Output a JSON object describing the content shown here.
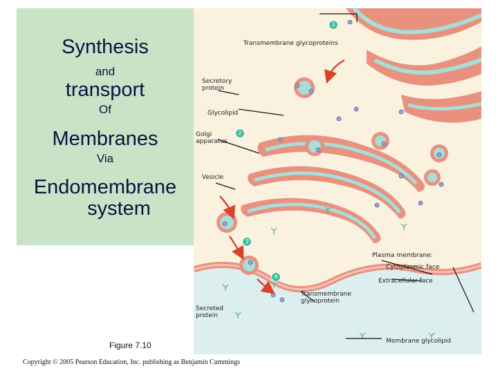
{
  "title": {
    "line1": "Synthesis",
    "line2": "and",
    "line3": "transport",
    "line4": "Of",
    "line5": "Membranes",
    "line6": "Via",
    "line7": "Endomembrane",
    "line8": "system"
  },
  "figure_label": "Figure 7.10",
  "copyright": "Copyright © 2005 Pearson Education, Inc. publishing as Benjamin Cummings",
  "steps": [
    "1",
    "2",
    "3",
    "4"
  ],
  "labels": {
    "transmembrane_glycoproteins": "Transmembrane glycoproteins",
    "secretory_protein": "Secretory protein",
    "glycolipid": "Glycolipid",
    "golgi_apparatus": "Golgi apparatus",
    "vesicle": "Vesicle",
    "plasma_membrane": "Plasma membrane:",
    "cytoplasmic_face": "Cytoplasmic face",
    "extracellular_face": "Extracellular face",
    "transmembrane_glycoprotein": "Transmembrane glycoprotein",
    "secreted_protein": "Secreted protein",
    "membrane_glycolipid": "Membrane glycolipid"
  },
  "colors": {
    "title_panel": "#c9e3c6",
    "title_text": "#0c1140",
    "cytoplasm": "#fbf1df",
    "membrane": "#e8917f",
    "lumen": "#a8ddd8",
    "extracellular": "#dcefee",
    "arrow": "#d9432c",
    "badge": "#3fbf9a"
  }
}
